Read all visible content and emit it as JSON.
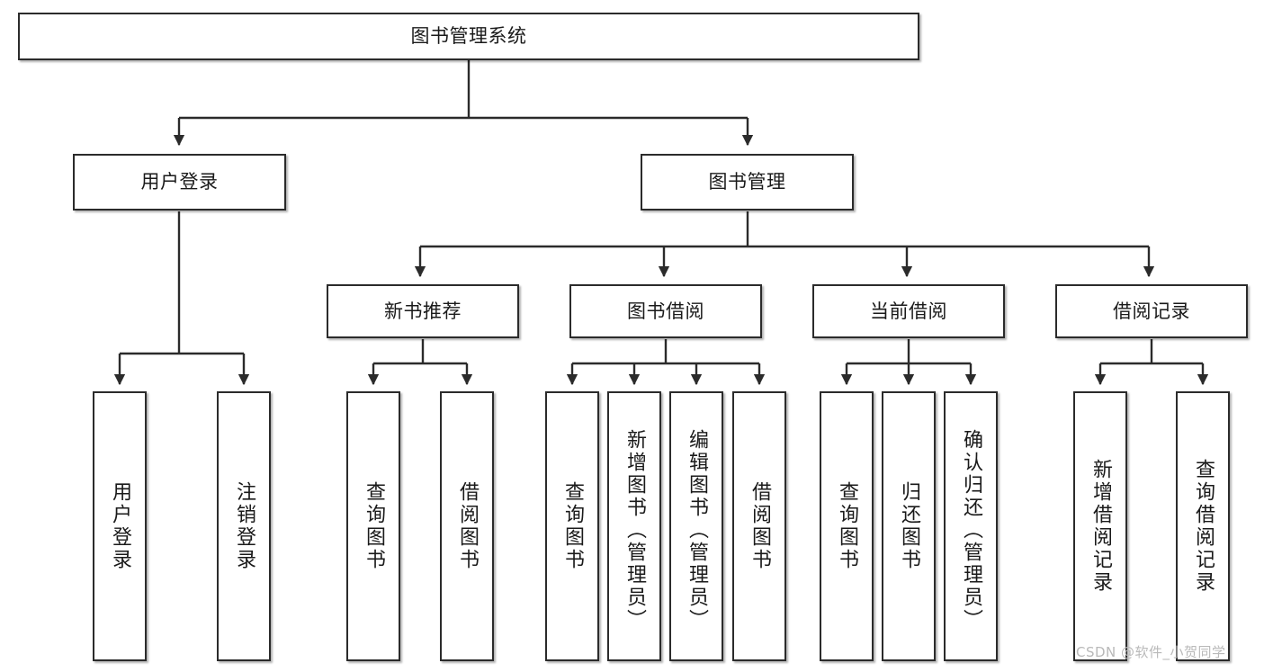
{
  "diagram": {
    "type": "tree-hierarchy",
    "title": "图书管理系统",
    "orientation": "top-down",
    "colors": {
      "box_border": "#2b2b2b",
      "box_fill": "#ffffff",
      "connector": "#2b2b2b",
      "text": "#1a1a1a",
      "watermark": "#b9b9b9",
      "page_background": "#ffffff"
    }
  },
  "nodes": {
    "root": {
      "label": "图书管理系统",
      "level": 1
    },
    "level2": [
      {
        "id": "user-login",
        "label": "用户登录"
      },
      {
        "id": "book-management",
        "label": "图书管理"
      }
    ],
    "level3": [
      {
        "id": "new-book-recommend",
        "label": "新书推荐"
      },
      {
        "id": "book-borrow",
        "label": "图书借阅"
      },
      {
        "id": "current-borrow",
        "label": "当前借阅"
      },
      {
        "id": "borrow-record",
        "label": "借阅记录"
      }
    ],
    "leaves": {
      "user-login": [
        {
          "id": "leaf-user-login",
          "label": "用户登录"
        },
        {
          "id": "leaf-user-logout",
          "label": "注销登录"
        }
      ],
      "new-book-recommend": [
        {
          "id": "leaf-query-book-1",
          "label": "查询图书"
        },
        {
          "id": "leaf-borrow-book-1",
          "label": "借阅图书"
        }
      ],
      "book-borrow": [
        {
          "id": "leaf-query-book-2",
          "label": "查询图书"
        },
        {
          "id": "leaf-add-book",
          "label": "新增图书（管理员）"
        },
        {
          "id": "leaf-edit-book",
          "label": "编辑图书（管理员）"
        },
        {
          "id": "leaf-borrow-book-2",
          "label": "借阅图书"
        }
      ],
      "current-borrow": [
        {
          "id": "leaf-query-book-3",
          "label": "查询图书"
        },
        {
          "id": "leaf-return-book",
          "label": "归还图书"
        },
        {
          "id": "leaf-confirm-return",
          "label": "确认归还（管理员）"
        }
      ],
      "borrow-record": [
        {
          "id": "leaf-add-record",
          "label": "新增借阅记录"
        },
        {
          "id": "leaf-query-record",
          "label": "查询借阅记录"
        }
      ]
    }
  },
  "watermark": {
    "text": "CSDN @软件_小贺同学"
  }
}
